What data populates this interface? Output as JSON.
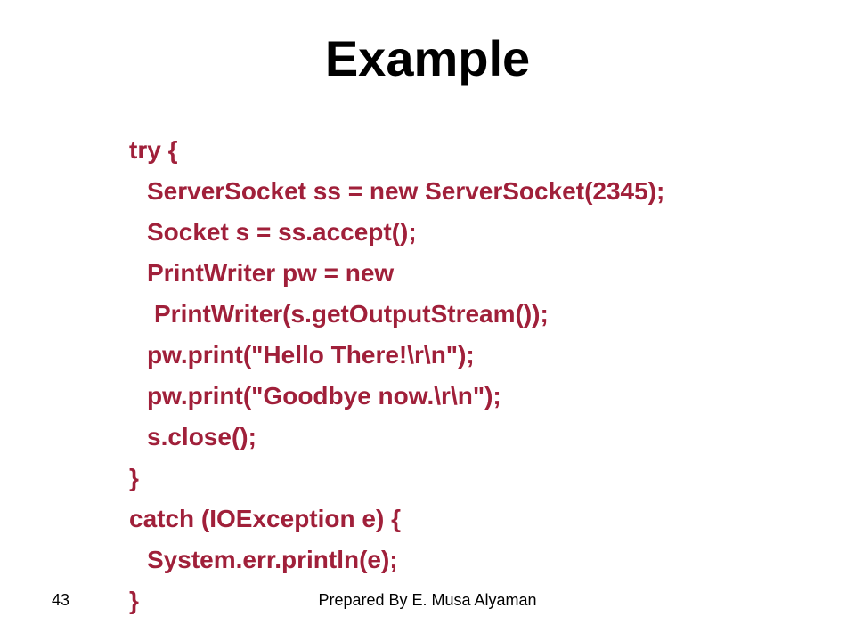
{
  "slide": {
    "title": "Example",
    "code_lines": [
      {
        "text": "try {",
        "indent": 0
      },
      {
        "text": "ServerSocket ss = new ServerSocket(2345);",
        "indent": 1
      },
      {
        "text": "Socket s = ss.accept();",
        "indent": 1
      },
      {
        "text": "PrintWriter pw = new",
        "indent": 1
      },
      {
        "text": "PrintWriter(s.getOutputStream());",
        "indent": 2
      },
      {
        "text": "pw.print(\"Hello There!\\r\\n\");",
        "indent": 1
      },
      {
        "text": "pw.print(\"Goodbye now.\\r\\n\");",
        "indent": 1
      },
      {
        "text": "s.close();",
        "indent": 1
      },
      {
        "text": "}",
        "indent": 0
      },
      {
        "text": "catch (IOException e) {",
        "indent": 0
      },
      {
        "text": "System.err.println(e);",
        "indent": 1
      },
      {
        "text": "}",
        "indent": 0
      }
    ],
    "code_color": "#a0203a",
    "title_color": "#000000"
  },
  "footer": {
    "page_number": "43",
    "credit": "Prepared By E. Musa Alyaman"
  }
}
